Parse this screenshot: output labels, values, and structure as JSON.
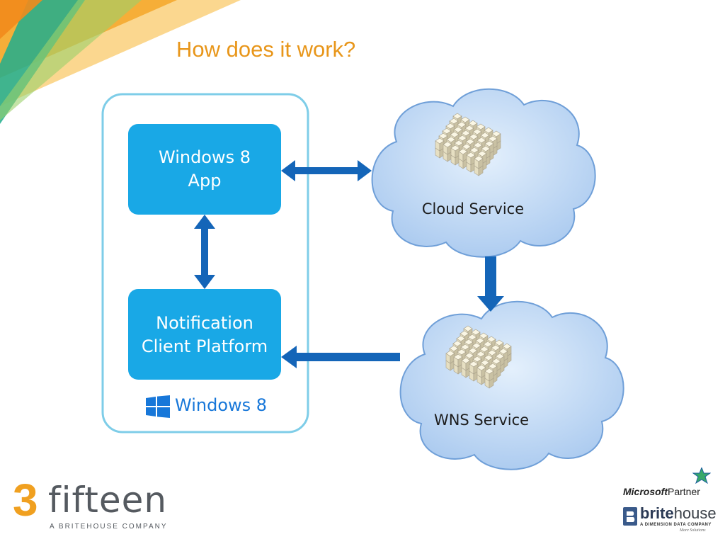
{
  "slide": {
    "title": "How does it work?"
  },
  "diagram": {
    "device": {
      "platform_label": "Windows 8",
      "app_box": {
        "line1": "Windows 8",
        "line2": "App"
      },
      "client_box": {
        "line1": "Notification",
        "line2": "Client Platform"
      }
    },
    "clouds": [
      {
        "label": "Cloud Service"
      },
      {
        "label": "WNS Service"
      }
    ],
    "colors": {
      "box_fill": "#19a8e6",
      "arrow": "#1465b8",
      "device_border": "#7ecde8",
      "cloud_fill": "#bcd6f3",
      "cloud_stroke": "#6f9fd8",
      "title": "#e8961a"
    }
  },
  "footer": {
    "left_logo": {
      "digit": "3",
      "word": "fifteen",
      "tagline": "A BRITEHOUSE COMPANY"
    },
    "partner": {
      "brand": "Microsoft",
      "word": "Partner"
    },
    "britehouse": {
      "brite": "brite",
      "house": "house",
      "tagline": "A DIMENSION DATA COMPANY",
      "slogan": "More Solutions"
    }
  }
}
